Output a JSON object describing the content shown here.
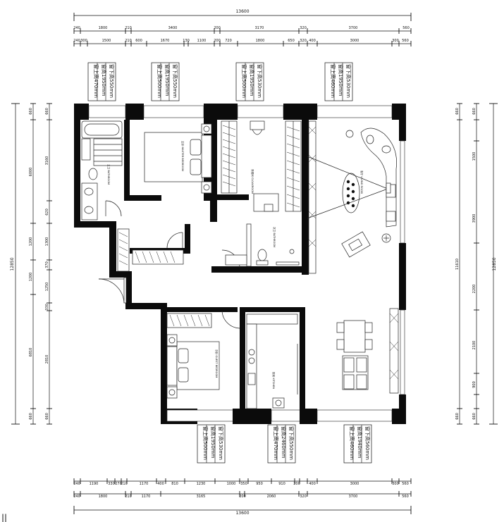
{
  "dimensions": {
    "top_total": "13600",
    "top_row1": [
      "240",
      "1800",
      "210",
      "3400",
      "200",
      "3170",
      "320",
      "3700",
      "560"
    ],
    "top_row2": [
      "240",
      "300",
      "1500",
      "210",
      "600",
      "1670",
      "130",
      "1100",
      "200",
      "720",
      "1800",
      "650",
      "320",
      "400",
      "3000",
      "300",
      "560"
    ],
    "bottom_total": "13600",
    "bottom_row1": [
      "240",
      "1190",
      "330",
      "270",
      "210",
      "1170",
      "400",
      "810",
      "1230",
      "1000",
      "350",
      "950",
      "910",
      "200",
      "400",
      "3000",
      "300",
      "560"
    ],
    "bottom_row2": [
      "240",
      "1800",
      "210",
      "1170",
      "3165",
      "200",
      "2060",
      "320",
      "3700",
      "560"
    ],
    "left_total": "12850",
    "left_row1": [
      "660",
      "6000",
      "1200",
      "1200",
      "6810",
      "660"
    ],
    "left_row2": [
      "660",
      "3160",
      "620",
      "1300",
      "370",
      "1250",
      "330",
      "2810",
      "660"
    ],
    "right_total": "12850",
    "right_row1": [
      "660",
      "11610",
      "660"
    ],
    "right_row2": [
      "660",
      "1500",
      "3900",
      "2200",
      "2100",
      "900",
      "660"
    ]
  },
  "window_notes": [
    {
      "lines": [
        "窗上高470mm",
        "窗高1950mm",
        "窗下高550mm"
      ]
    },
    {
      "lines": [
        "窗上高500mm",
        "窗高1950mm",
        "窗下高550mm"
      ]
    },
    {
      "lines": [
        "窗上高500mm",
        "窗高1950mm",
        "窗下高530mm"
      ]
    },
    {
      "lines": [
        "窗上高460mm",
        "窗高1950mm",
        "窗下高530mm"
      ]
    },
    {
      "lines": [
        "窗上高500mm",
        "窗高1950mm",
        "窗下高530mm"
      ]
    },
    {
      "lines": [
        "窗上高470mm",
        "窗高2460mm",
        "窗下高550mm"
      ]
    },
    {
      "lines": [
        "窗上高460mm",
        "窗高1940mm",
        "窗下高560mm"
      ]
    }
  ],
  "rooms": {
    "master_bedroom": "主卧 MASTER BEDROOM",
    "master_bathroom": "主卫 BATHROOM",
    "cloakroom": "衣帽间 CLOAKROOM",
    "living_room": "客厅 LIVING ROOM",
    "guest_bathroom": "次卫 BATHROOM",
    "guest_bedroom": "次卧 GUEST BEDROOM",
    "kitchen": "厨房 KITCHEN"
  },
  "corner_mark": "||"
}
